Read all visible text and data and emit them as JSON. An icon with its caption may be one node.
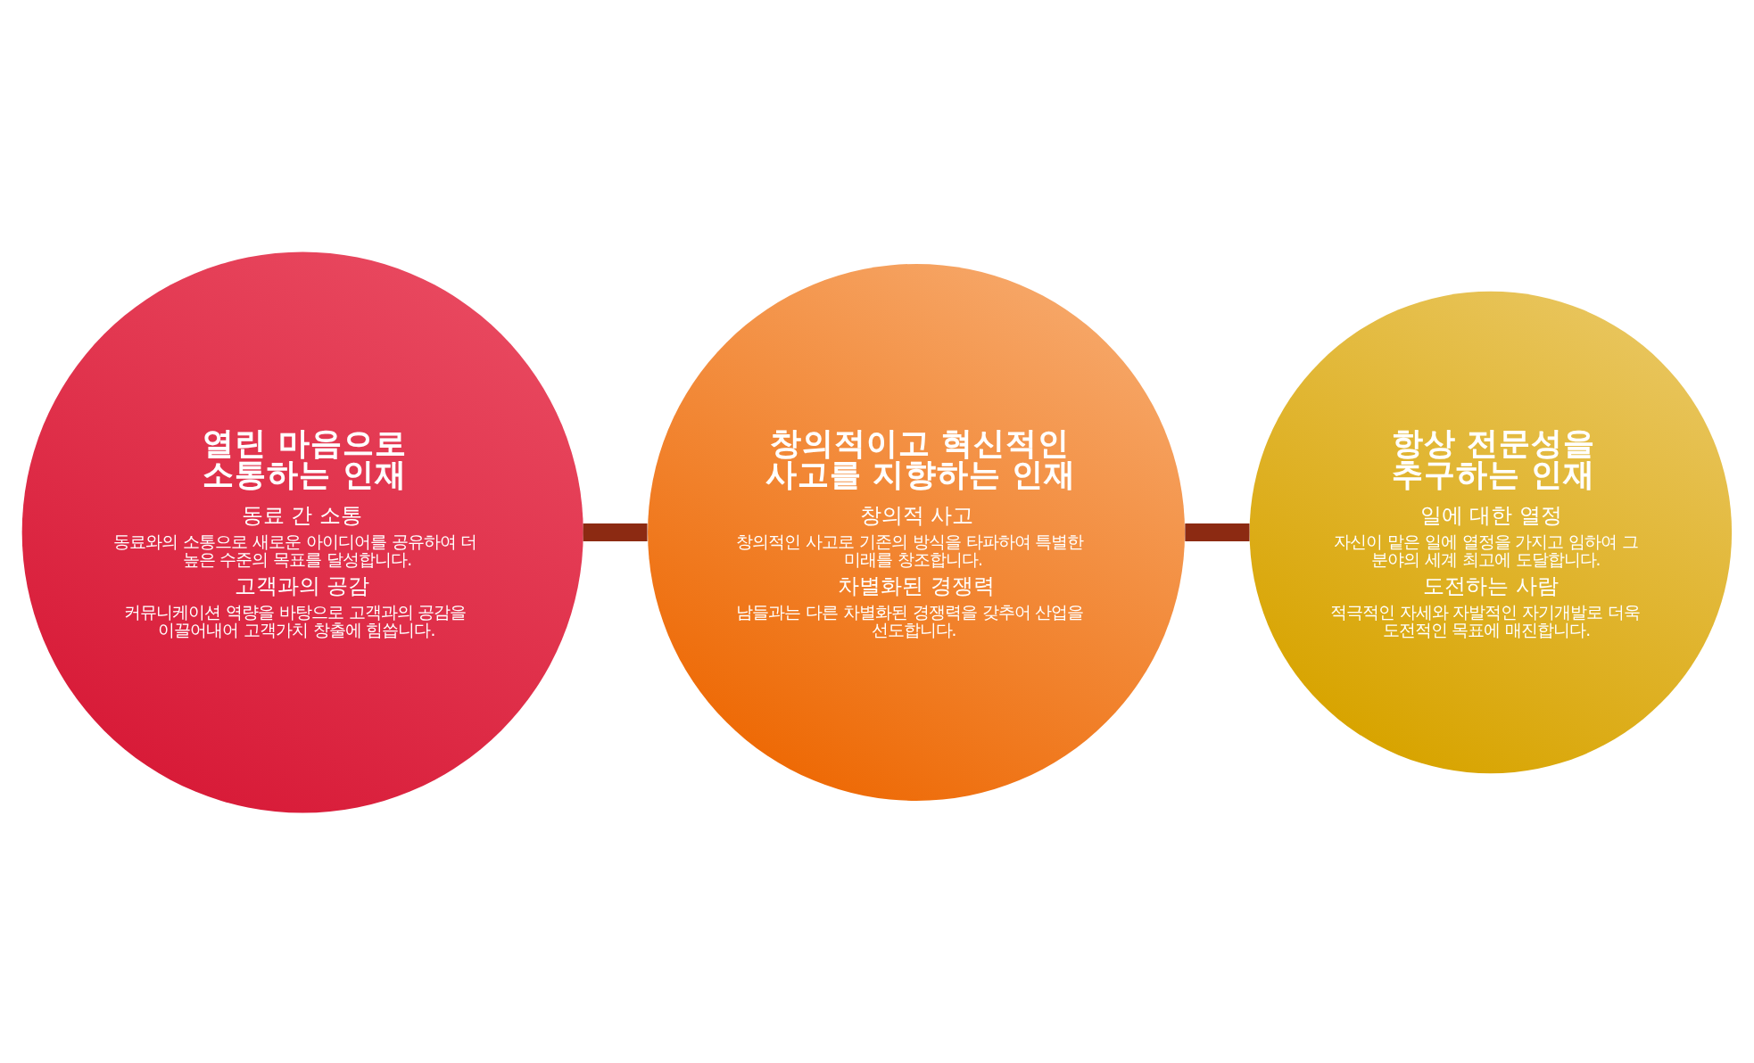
{
  "diagram": {
    "nodes": [
      {
        "text": [
          "열린 마음으로 소통하는 인재",
          "동료 간 소통",
          "동료와의 소통으로 새로운 아이디어를 공유하여 더 높은 수준의 목표를 달성합니다.",
          "고객과의 공감",
          "커뮤니케이션 역량을 바탕으로 고객과의 공감을 이끌어내어 고객가치 창출에 힘씁니다."
        ]
      },
      {
        "text": [
          "창의적이고 혁신적인 사고를 지향하는 인재",
          "창의적 사고",
          "창의적인 사고로 기존의 방식을 타파하여 특별한 미래를 창조합니다.",
          "차별화된 경쟁력",
          "남들과는 다른 차별화된 경쟁력을 갖추어 산업을 선도합니다."
        ]
      },
      {
        "text": [
          "항상 전문성을 추구하는 인재",
          "일에 대한 열정",
          "자신이 맡은 일에 열정을 가지고 임하여 그 분야의 세계 최고에 도달합니다.",
          "도전하는 사람",
          "적극적인 자세와 자발적인 자기개발로 더욱 도전적인 목표에 매진합니다."
        ]
      }
    ],
    "edges": [
      {
        "from": 0,
        "to": 1,
        "arrow": "none"
      },
      {
        "from": 1,
        "to": 2,
        "arrow": "none"
      }
    ]
  }
}
